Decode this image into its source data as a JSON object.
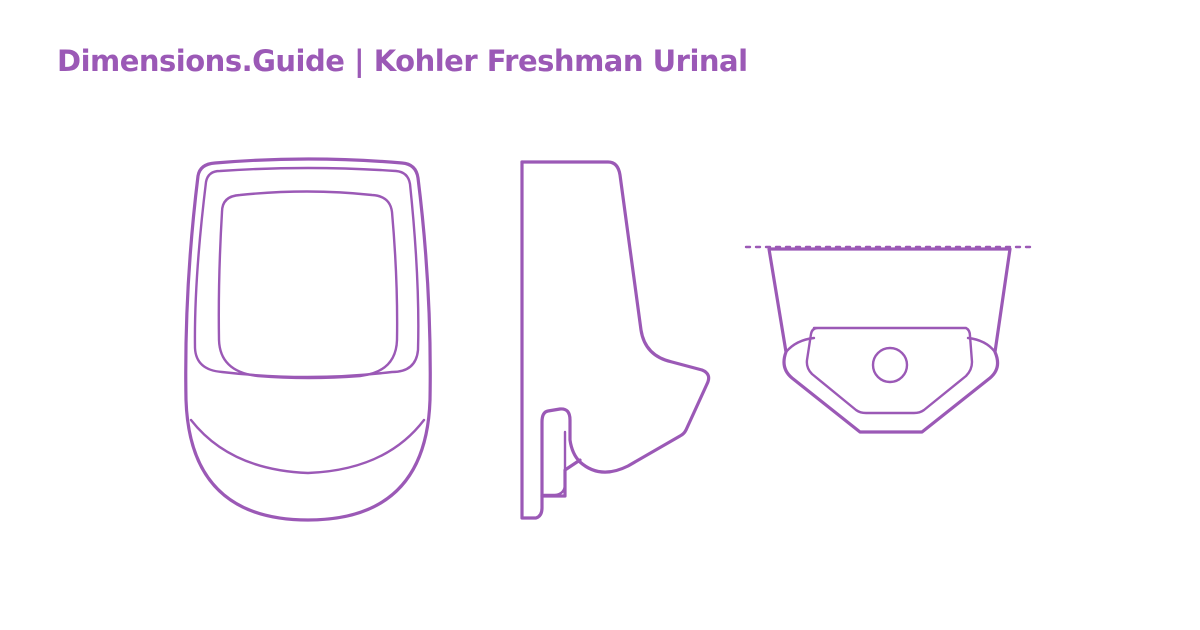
{
  "header": {
    "title": "Dimensions.Guide | Kohler Freshman Urinal"
  },
  "colors": {
    "accent": "#9b59b6",
    "background": "#ffffff"
  },
  "views": [
    "front-view",
    "side-view",
    "top-view"
  ]
}
